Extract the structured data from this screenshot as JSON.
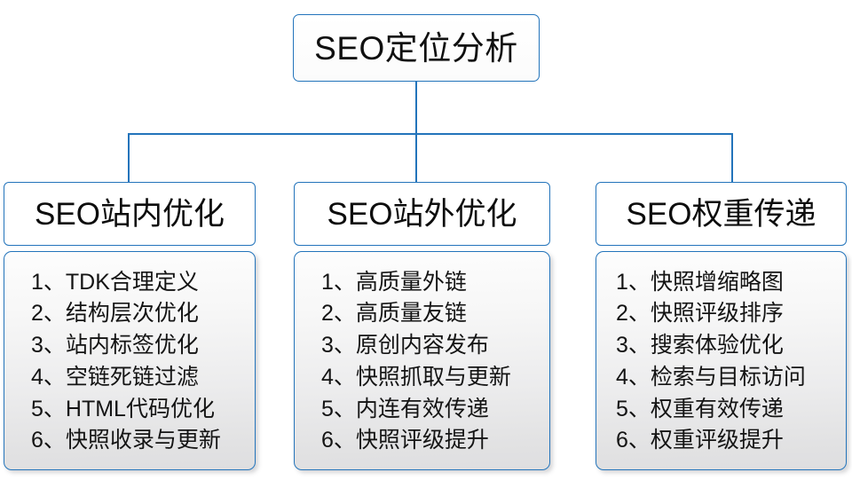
{
  "diagram": {
    "title": "SEO定位分析",
    "type": "org-chart",
    "accent_color": "#2374bb",
    "text_color": "#101010",
    "background_color": "#ffffff"
  },
  "root": {
    "label": "SEO定位分析"
  },
  "branches": [
    {
      "header": "SEO站内优化",
      "items": [
        "1、TDK合理定义",
        "2、结构层次优化",
        "3、站内标签优化",
        "4、空链死链过滤",
        "5、HTML代码优化",
        "6、快照收录与更新"
      ]
    },
    {
      "header": "SEO站外优化",
      "items": [
        "1、高质量外链",
        "2、高质量友链",
        "3、原创内容发布",
        "4、快照抓取与更新",
        "5、内连有效传递",
        "6、快照评级提升"
      ]
    },
    {
      "header": "SEO权重传递",
      "items": [
        "1、快照增缩略图",
        "2、快照评级排序",
        "3、搜索体验优化",
        "4、检索与目标访问",
        "5、权重有效传递",
        "6、权重评级提升"
      ]
    }
  ]
}
